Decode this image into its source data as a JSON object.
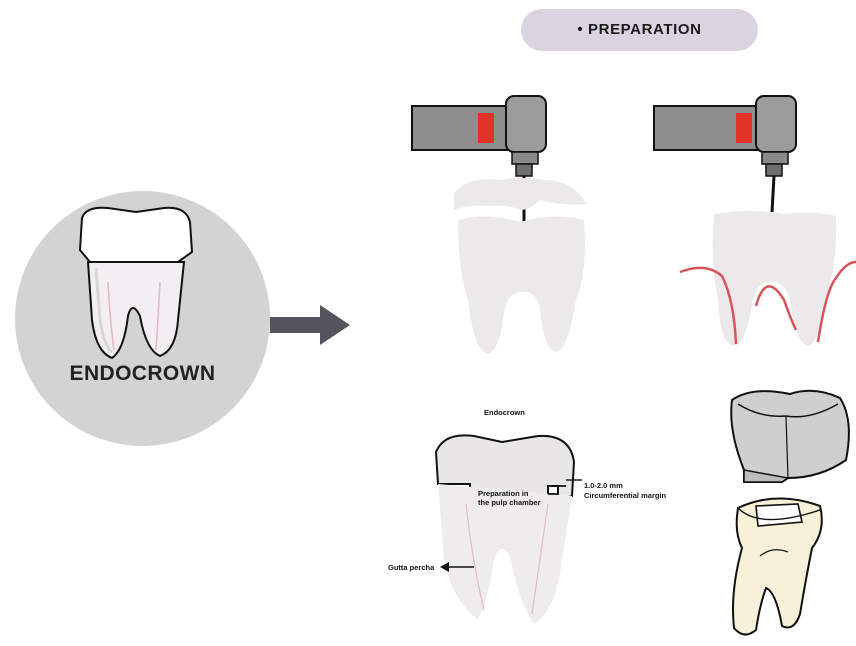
{
  "header": {
    "label": "PREPARATION"
  },
  "main": {
    "endocrown_label": "ENDOCROWN"
  },
  "diagram": {
    "title": "Endocrown",
    "margin_line1": "1.0-2.0 mm",
    "margin_line2": "Circumferential margin",
    "prep_line1": "Preparation in",
    "prep_line2": "the pulp chamber",
    "gutta": "Gutta percha"
  },
  "colors": {
    "pill": "#d9d3e2",
    "circle": "#d3d3d3",
    "arrow": "#54545c",
    "tooth": "#ece9ea",
    "handpiece": "#8e8e8e",
    "red_marker": "#e0332a",
    "gum_line": "#d9535a",
    "crown_ceramic": "#d0d0d0",
    "root_cream": "#f6f1d8"
  }
}
